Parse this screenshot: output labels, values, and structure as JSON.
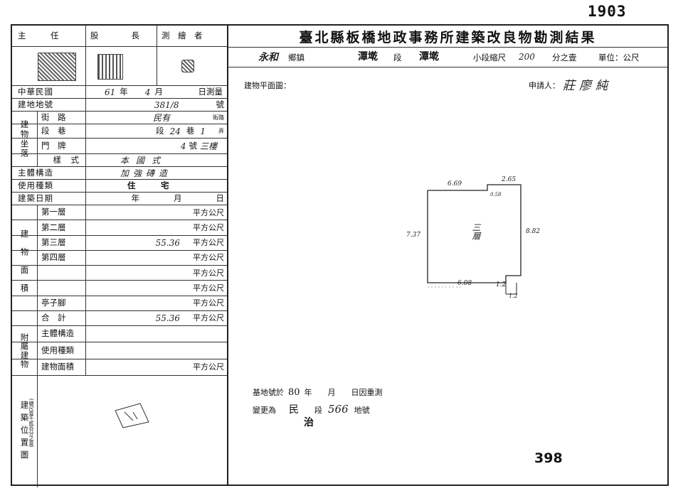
{
  "page_number": "1903",
  "header": {
    "col_chief": "主　　　任",
    "col_section_chief": "股　　　　長",
    "col_surveyor": "測　繪　者",
    "title": "臺北縣板橋地政事務所建築改良物勘測結果",
    "township": "永和",
    "township_label": "鄉鎮",
    "section_name": "潭墘",
    "section_label": "段",
    "subsection_name": "潭墘",
    "scale_label": "小段縮尺",
    "scale_value": "200",
    "scale_unit": "分之壹",
    "unit_label": "單位：公尺"
  },
  "left_table": {
    "survey_date": {
      "label": "中華民國",
      "year": "61",
      "year_label": "年",
      "month": "4",
      "month_label": "月",
      "day_label": "日測量"
    },
    "lot_number": {
      "label": "建地地號",
      "value": "381/8",
      "unit": "號"
    },
    "location_label": "建物坐落",
    "street": {
      "label": "街　路",
      "value": "民有",
      "unit": "街路"
    },
    "lane": {
      "label": "段　巷",
      "section_label": "段",
      "section_value": "24",
      "lane_label": "巷",
      "lane_value": "1",
      "unit": "弄"
    },
    "door": {
      "label": "門　牌",
      "value": "4",
      "unit": "號",
      "floor_note": "三樓"
    },
    "style": {
      "label": "樣　式",
      "value": "本國式"
    },
    "structure": {
      "label": "主體構造",
      "value": "加強磚造"
    },
    "usage": {
      "label": "使用種類",
      "value": "住　宅"
    },
    "build_date": {
      "label": "建築日期",
      "year_label": "年",
      "month_label": "月",
      "day_label": "日"
    },
    "area_label": "建物面積",
    "floors": [
      {
        "label": "第一層",
        "value": "",
        "unit": "平方公尺"
      },
      {
        "label": "第二層",
        "value": "",
        "unit": "平方公尺"
      },
      {
        "label": "第三層",
        "value": "55.36",
        "unit": "平方公尺"
      },
      {
        "label": "第四層",
        "value": "",
        "unit": "平方公尺"
      },
      {
        "label": "",
        "value": "",
        "unit": "平方公尺"
      },
      {
        "label": "",
        "value": "",
        "unit": "平方公尺"
      },
      {
        "label": "亭子腳",
        "value": "",
        "unit": "平方公尺"
      },
      {
        "label": "合　計",
        "value": "55.36",
        "unit": "平方公尺"
      }
    ],
    "annex_label": "附屬建物",
    "annex": [
      {
        "label": "主體構造",
        "unit": ""
      },
      {
        "label": "使用種類",
        "unit": ""
      },
      {
        "label": "建物面積",
        "unit": "平方公尺"
      }
    ],
    "location_map_label": "建築位置圖",
    "location_map_note": "(縮尺壹千貳百分之壹)"
  },
  "right_panel": {
    "floor_plan_label": "建物平面圖：",
    "applicant_label": "申請人：",
    "applicant_name": "莊廖純",
    "dim_top_left": "6.69",
    "dim_top_right": "2.65",
    "dim_notch": "0.58",
    "dim_left": "7.37",
    "dim_right": "8.82",
    "dim_bottom": "6.08",
    "dim_bottom_right": "1.2",
    "dim_bottom_tab": "1.2",
    "floor_mark": "三層",
    "note_line1_prefix": "基地號於",
    "note_line1_year": "80",
    "note_line1_rest": "年　　月　　日因重測",
    "note_line2_prefix": "變更為",
    "note_line2_town": "民",
    "note_line2_town2": "治",
    "note_line2_section": "段",
    "note_line2_lot": "566",
    "note_line2_suffix": "地號",
    "sheet_number": "398"
  }
}
